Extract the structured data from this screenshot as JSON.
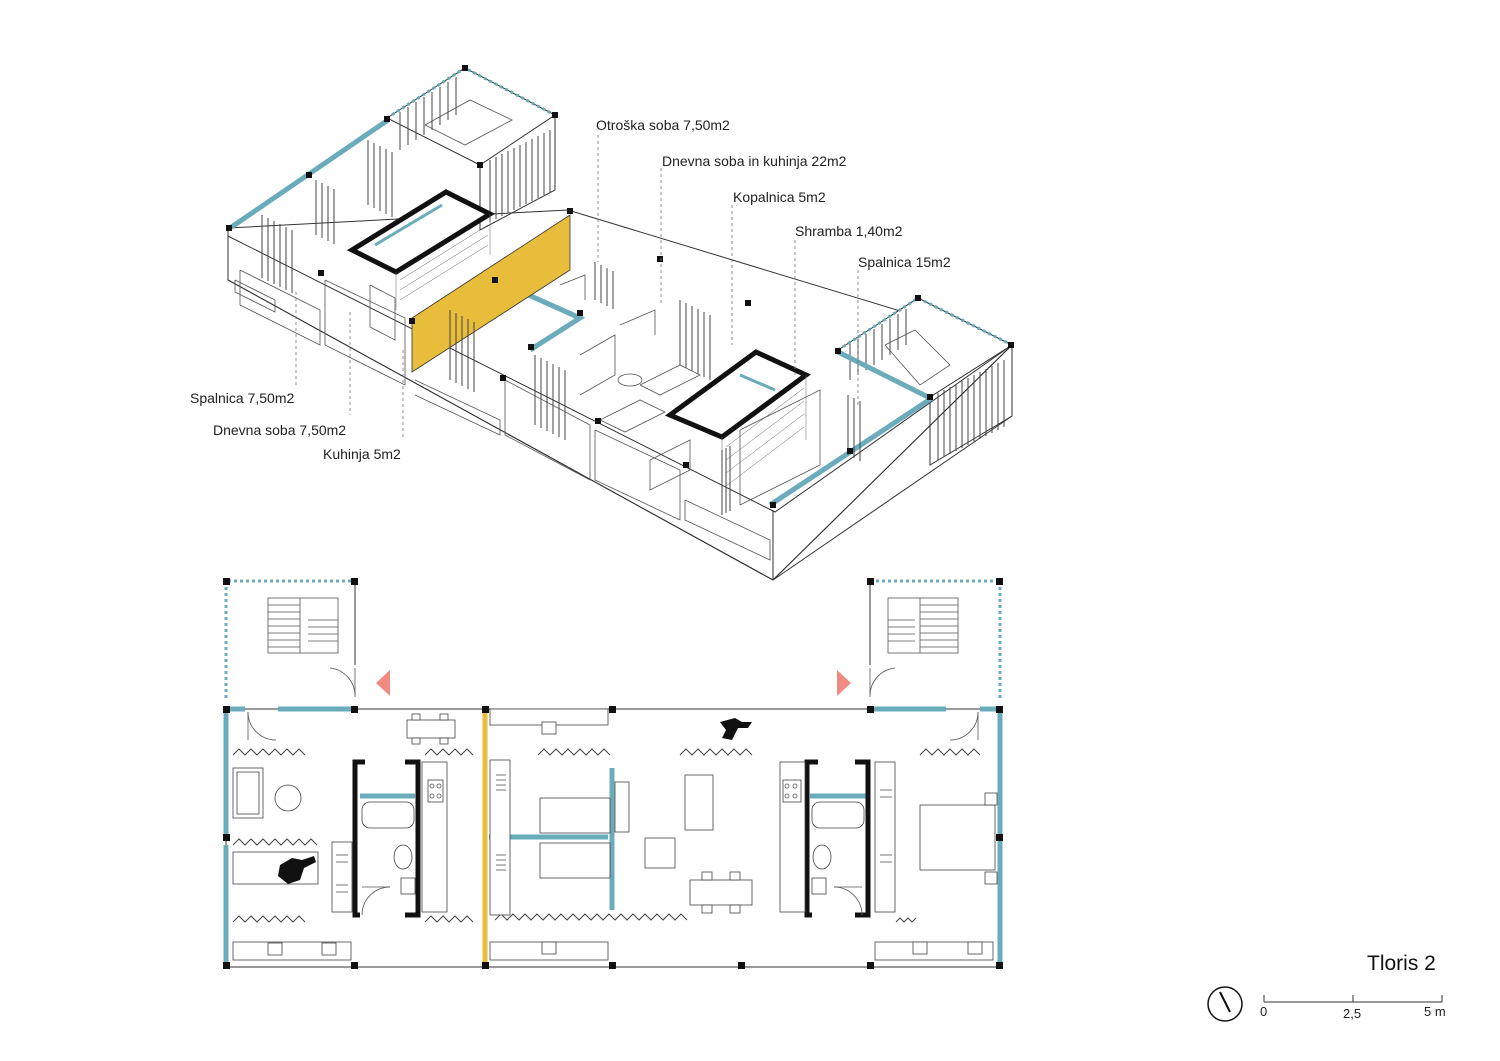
{
  "labels": {
    "otroska": "Otroška soba 7,50m2",
    "dnevna_kuhinja": "Dnevna soba in kuhinja 22m2",
    "kopalnica": "Kopalnica 5m2",
    "shramba": "Shramba 1,40m2",
    "spalnica15": "Spalnica 15m2",
    "spalnica750": "Spalnica 7,50m2",
    "dnevna750": "Dnevna soba 7,50m2",
    "kuhinja": "Kuhinja 5m2"
  },
  "title": "Tloris 2",
  "scale": {
    "ticks": [
      "0",
      "2,5",
      "5 m"
    ]
  },
  "colors": {
    "window_blue": "#6aacbb",
    "partition_yellow": "#e8bd3b",
    "entrance_arrow": "#f08a82",
    "wall_black": "#111111"
  }
}
